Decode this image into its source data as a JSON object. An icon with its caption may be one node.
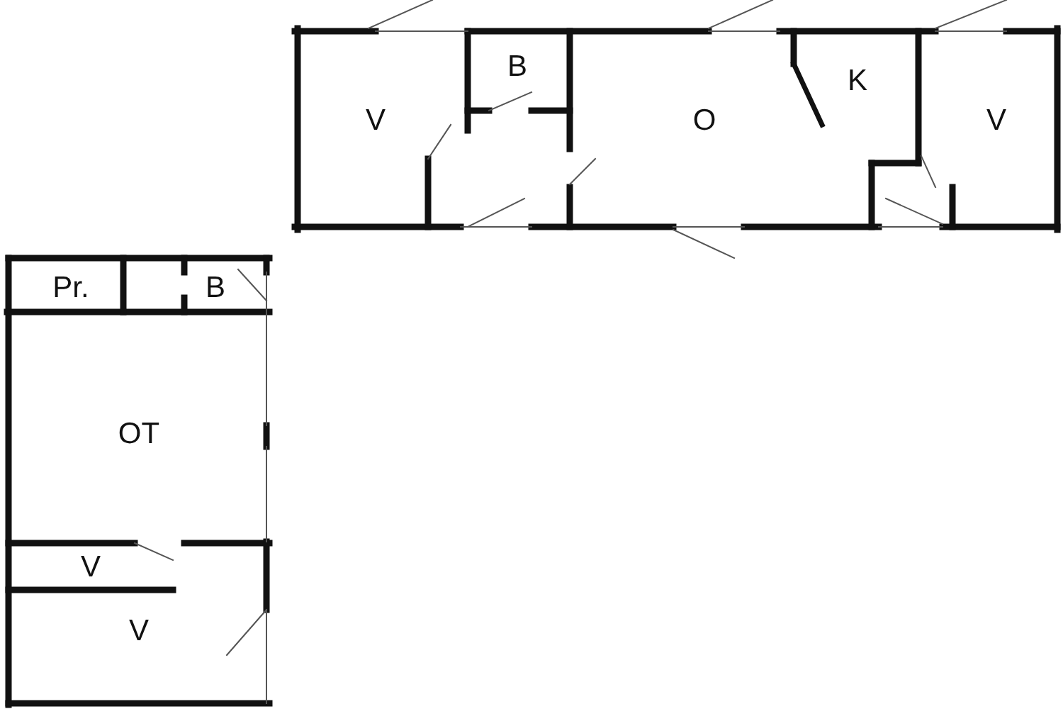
{
  "diagram": {
    "labels": [
      "V",
      "B",
      "O",
      "K",
      "V",
      "Pr.",
      "B",
      "OT",
      "V",
      "V"
    ]
  }
}
